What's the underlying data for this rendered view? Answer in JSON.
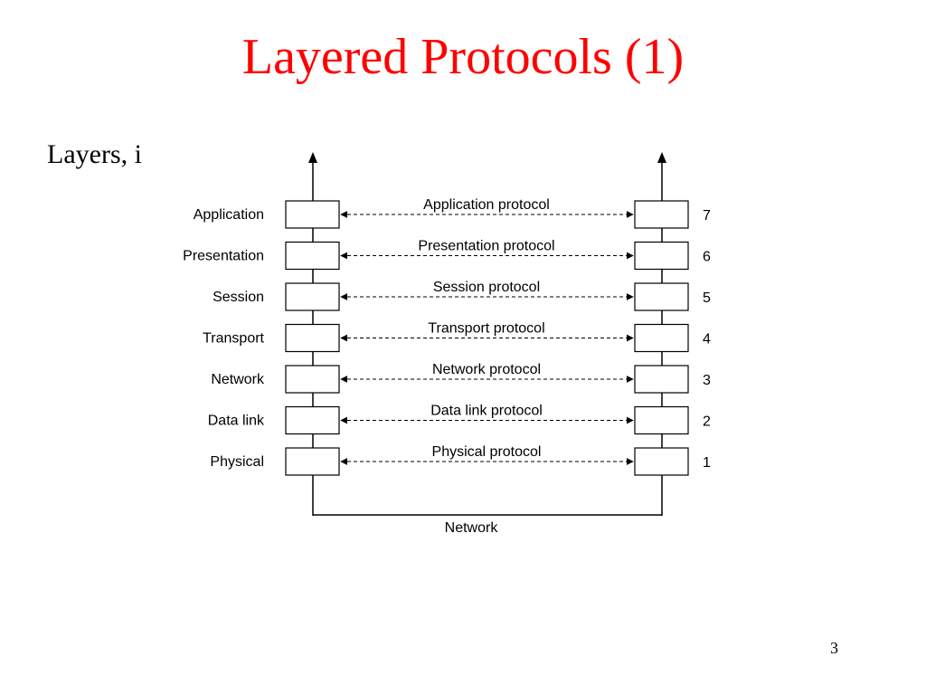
{
  "slide": {
    "title": "Layered Protocols (1)",
    "bullet": "Layers, i",
    "page_number": "3"
  },
  "diagram": {
    "layers": [
      {
        "name": "Application",
        "protocol": "Application protocol",
        "number": "7"
      },
      {
        "name": "Presentation",
        "protocol": "Presentation protocol",
        "number": "6"
      },
      {
        "name": "Session",
        "protocol": "Session protocol",
        "number": "5"
      },
      {
        "name": "Transport",
        "protocol": "Transport protocol",
        "number": "4"
      },
      {
        "name": "Network",
        "protocol": "Network protocol",
        "number": "3"
      },
      {
        "name": "Data link",
        "protocol": "Data link protocol",
        "number": "2"
      },
      {
        "name": "Physical",
        "protocol": "Physical protocol",
        "number": "1"
      }
    ],
    "network_label": "Network"
  }
}
